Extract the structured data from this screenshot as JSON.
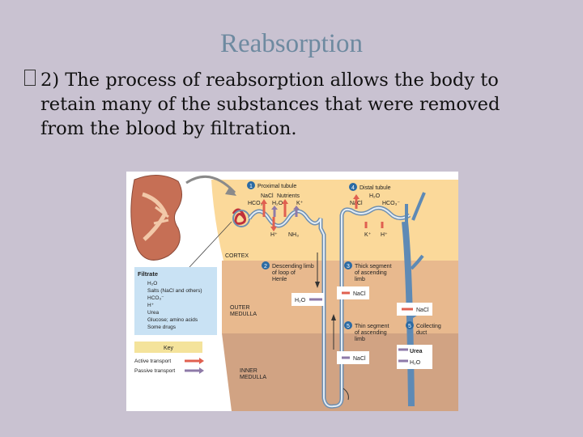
{
  "slide": {
    "title": "Reabsorption",
    "body": "2) The process of reabsorption allows the body to retain many of the substances that were removed from the blood by filtration."
  },
  "figure": {
    "regions": {
      "proximal": "Proximal tubule",
      "distal": "Distal tubule",
      "cortex": "CORTEX",
      "outer_medulla_1": "OUTER",
      "outer_medulla_2": "MEDULLA",
      "inner_medulla_1": "INNER",
      "inner_medulla_2": "MEDULLA"
    },
    "steps": {
      "n1": "1",
      "n2": "2",
      "n3": "3",
      "n4": "4",
      "n5": "5",
      "descending_1": "Descending limb",
      "descending_2": "of loop of",
      "descending_3": "Henle",
      "thick_1": "Thick segment",
      "thick_2": "of ascending",
      "thick_3": "limb",
      "thin_1": "Thin segment",
      "thin_2": "of ascending",
      "thin_3": "limb",
      "collecting_1": "Collecting",
      "collecting_2": "duct"
    },
    "substances": {
      "nacl": "NaCl",
      "nutrients": "Nutrients",
      "hco3": "HCO₃⁻",
      "h2o": "H₂O",
      "kplus": "K⁺",
      "hplus": "H⁺",
      "nh3": "NH₃",
      "urea": "Urea"
    },
    "filtrate": {
      "heading": "Filtrate",
      "items": [
        "H₂O",
        "Salts (NaCl and others)",
        "HCO₃⁻",
        "H⁺",
        "Urea",
        "Glucose; amino acids",
        "Some drugs"
      ]
    },
    "key": {
      "heading": "Key",
      "active": "Active transport",
      "passive": "Passive transport"
    },
    "colors": {
      "cortex": "#fbd99a",
      "outer_medulla": "#e8b98e",
      "inner_medulla": "#d1a383",
      "filtrate_box": "#c9e2f4",
      "key_box": "#f4e39b",
      "active_arrow": "#e06050",
      "passive_arrow": "#8e7aa8",
      "tubule": "#6f8fb0"
    }
  }
}
